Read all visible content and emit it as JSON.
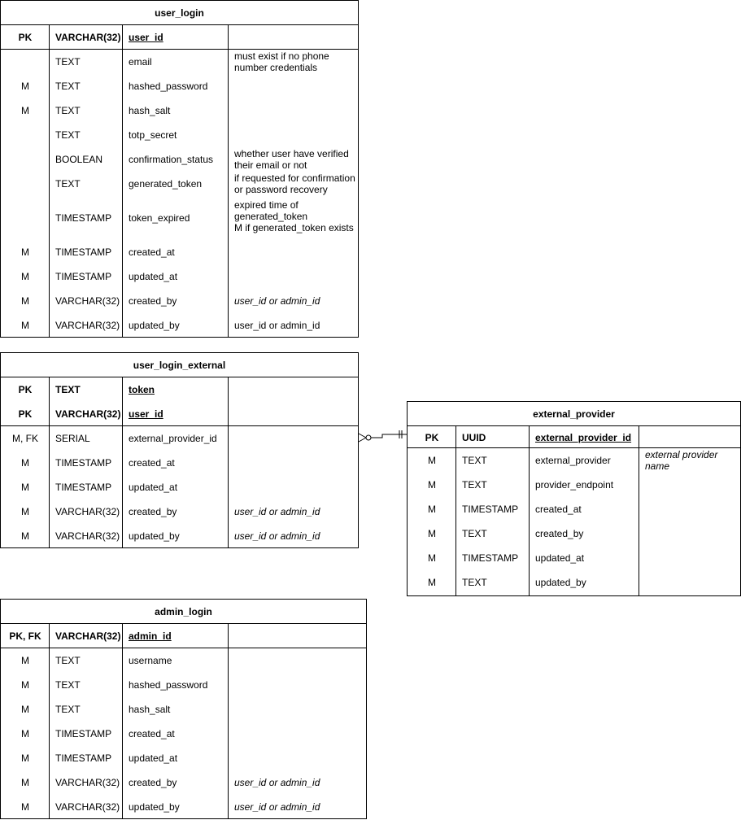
{
  "tables": {
    "user_login": {
      "name": "user_login",
      "pk_rows": [
        {
          "key": "PK",
          "type": "VARCHAR(32)",
          "field": "user_id"
        }
      ],
      "rows": [
        {
          "key": "",
          "type": "TEXT",
          "field": "email",
          "note": "must exist if no phone\nnumber credentials"
        },
        {
          "key": "M",
          "type": "TEXT",
          "field": "hashed_password",
          "note": ""
        },
        {
          "key": "M",
          "type": "TEXT",
          "field": "hash_salt",
          "note": ""
        },
        {
          "key": "",
          "type": "TEXT",
          "field": "totp_secret",
          "note": ""
        },
        {
          "key": "",
          "type": "BOOLEAN",
          "field": "confirmation_status",
          "note": "whether user have verified\ntheir email or not"
        },
        {
          "key": "",
          "type": "TEXT",
          "field": "generated_token",
          "note": "if requested for confirmation\nor password recovery"
        },
        {
          "key": "",
          "type": "TIMESTAMP",
          "field": "token_expired",
          "note": "expired time of\ngenerated_token\nM if generated_token exists"
        },
        {
          "key": "M",
          "type": "TIMESTAMP",
          "field": "created_at",
          "note": ""
        },
        {
          "key": "M",
          "type": "TIMESTAMP",
          "field": "updated_at",
          "note": ""
        },
        {
          "key": "M",
          "type": "VARCHAR(32)",
          "field": "created_by",
          "note": "user_id or admin_id"
        },
        {
          "key": "M",
          "type": "VARCHAR(32)",
          "field": "updated_by",
          "note": "user_id or admin_id"
        }
      ]
    },
    "user_login_external": {
      "name": "user_login_external",
      "pk_rows": [
        {
          "key": "PK",
          "type": "TEXT",
          "field": "token"
        },
        {
          "key": "PK",
          "type": "VARCHAR(32)",
          "field": "user_id"
        }
      ],
      "rows": [
        {
          "key": "M, FK",
          "type": "SERIAL",
          "field": "external_provider_id",
          "note": ""
        },
        {
          "key": "M",
          "type": "TIMESTAMP",
          "field": "created_at",
          "note": ""
        },
        {
          "key": "M",
          "type": "TIMESTAMP",
          "field": "updated_at",
          "note": ""
        },
        {
          "key": "M",
          "type": "VARCHAR(32)",
          "field": "created_by",
          "note": "user_id or admin_id"
        },
        {
          "key": "M",
          "type": "VARCHAR(32)",
          "field": "updated_by",
          "note": "user_id or admin_id"
        }
      ]
    },
    "external_provider": {
      "name": "external_provider",
      "pk_rows": [
        {
          "key": "PK",
          "type": "UUID",
          "field": "external_provider_id"
        }
      ],
      "rows": [
        {
          "key": "M",
          "type": "TEXT",
          "field": "external_provider",
          "note": "external provider\nname"
        },
        {
          "key": "M",
          "type": "TEXT",
          "field": "provider_endpoint",
          "note": ""
        },
        {
          "key": "M",
          "type": "TIMESTAMP",
          "field": "created_at",
          "note": ""
        },
        {
          "key": "M",
          "type": "TEXT",
          "field": "created_by",
          "note": ""
        },
        {
          "key": "M",
          "type": "TIMESTAMP",
          "field": "updated_at",
          "note": ""
        },
        {
          "key": "M",
          "type": "TEXT",
          "field": "updated_by",
          "note": ""
        }
      ]
    },
    "admin_login": {
      "name": "admin_login",
      "pk_rows": [
        {
          "key": "PK, FK",
          "type": "VARCHAR(32)",
          "field": "admin_id"
        }
      ],
      "rows": [
        {
          "key": "M",
          "type": "TEXT",
          "field": "username",
          "note": ""
        },
        {
          "key": "M",
          "type": "TEXT",
          "field": "hashed_password",
          "note": ""
        },
        {
          "key": "M",
          "type": "TEXT",
          "field": "hash_salt",
          "note": ""
        },
        {
          "key": "M",
          "type": "TIMESTAMP",
          "field": "created_at",
          "note": ""
        },
        {
          "key": "M",
          "type": "TIMESTAMP",
          "field": "updated_at",
          "note": ""
        },
        {
          "key": "M",
          "type": "VARCHAR(32)",
          "field": "created_by",
          "note": "user_id or admin_id"
        },
        {
          "key": "M",
          "type": "VARCHAR(32)",
          "field": "updated_by",
          "note": "user_id or admin_id"
        }
      ]
    }
  },
  "relationship": {
    "from": "user_login_external.external_provider_id",
    "to": "external_provider.external_provider_id",
    "from_end": "zero-or-many",
    "to_end": "exactly-one"
  }
}
